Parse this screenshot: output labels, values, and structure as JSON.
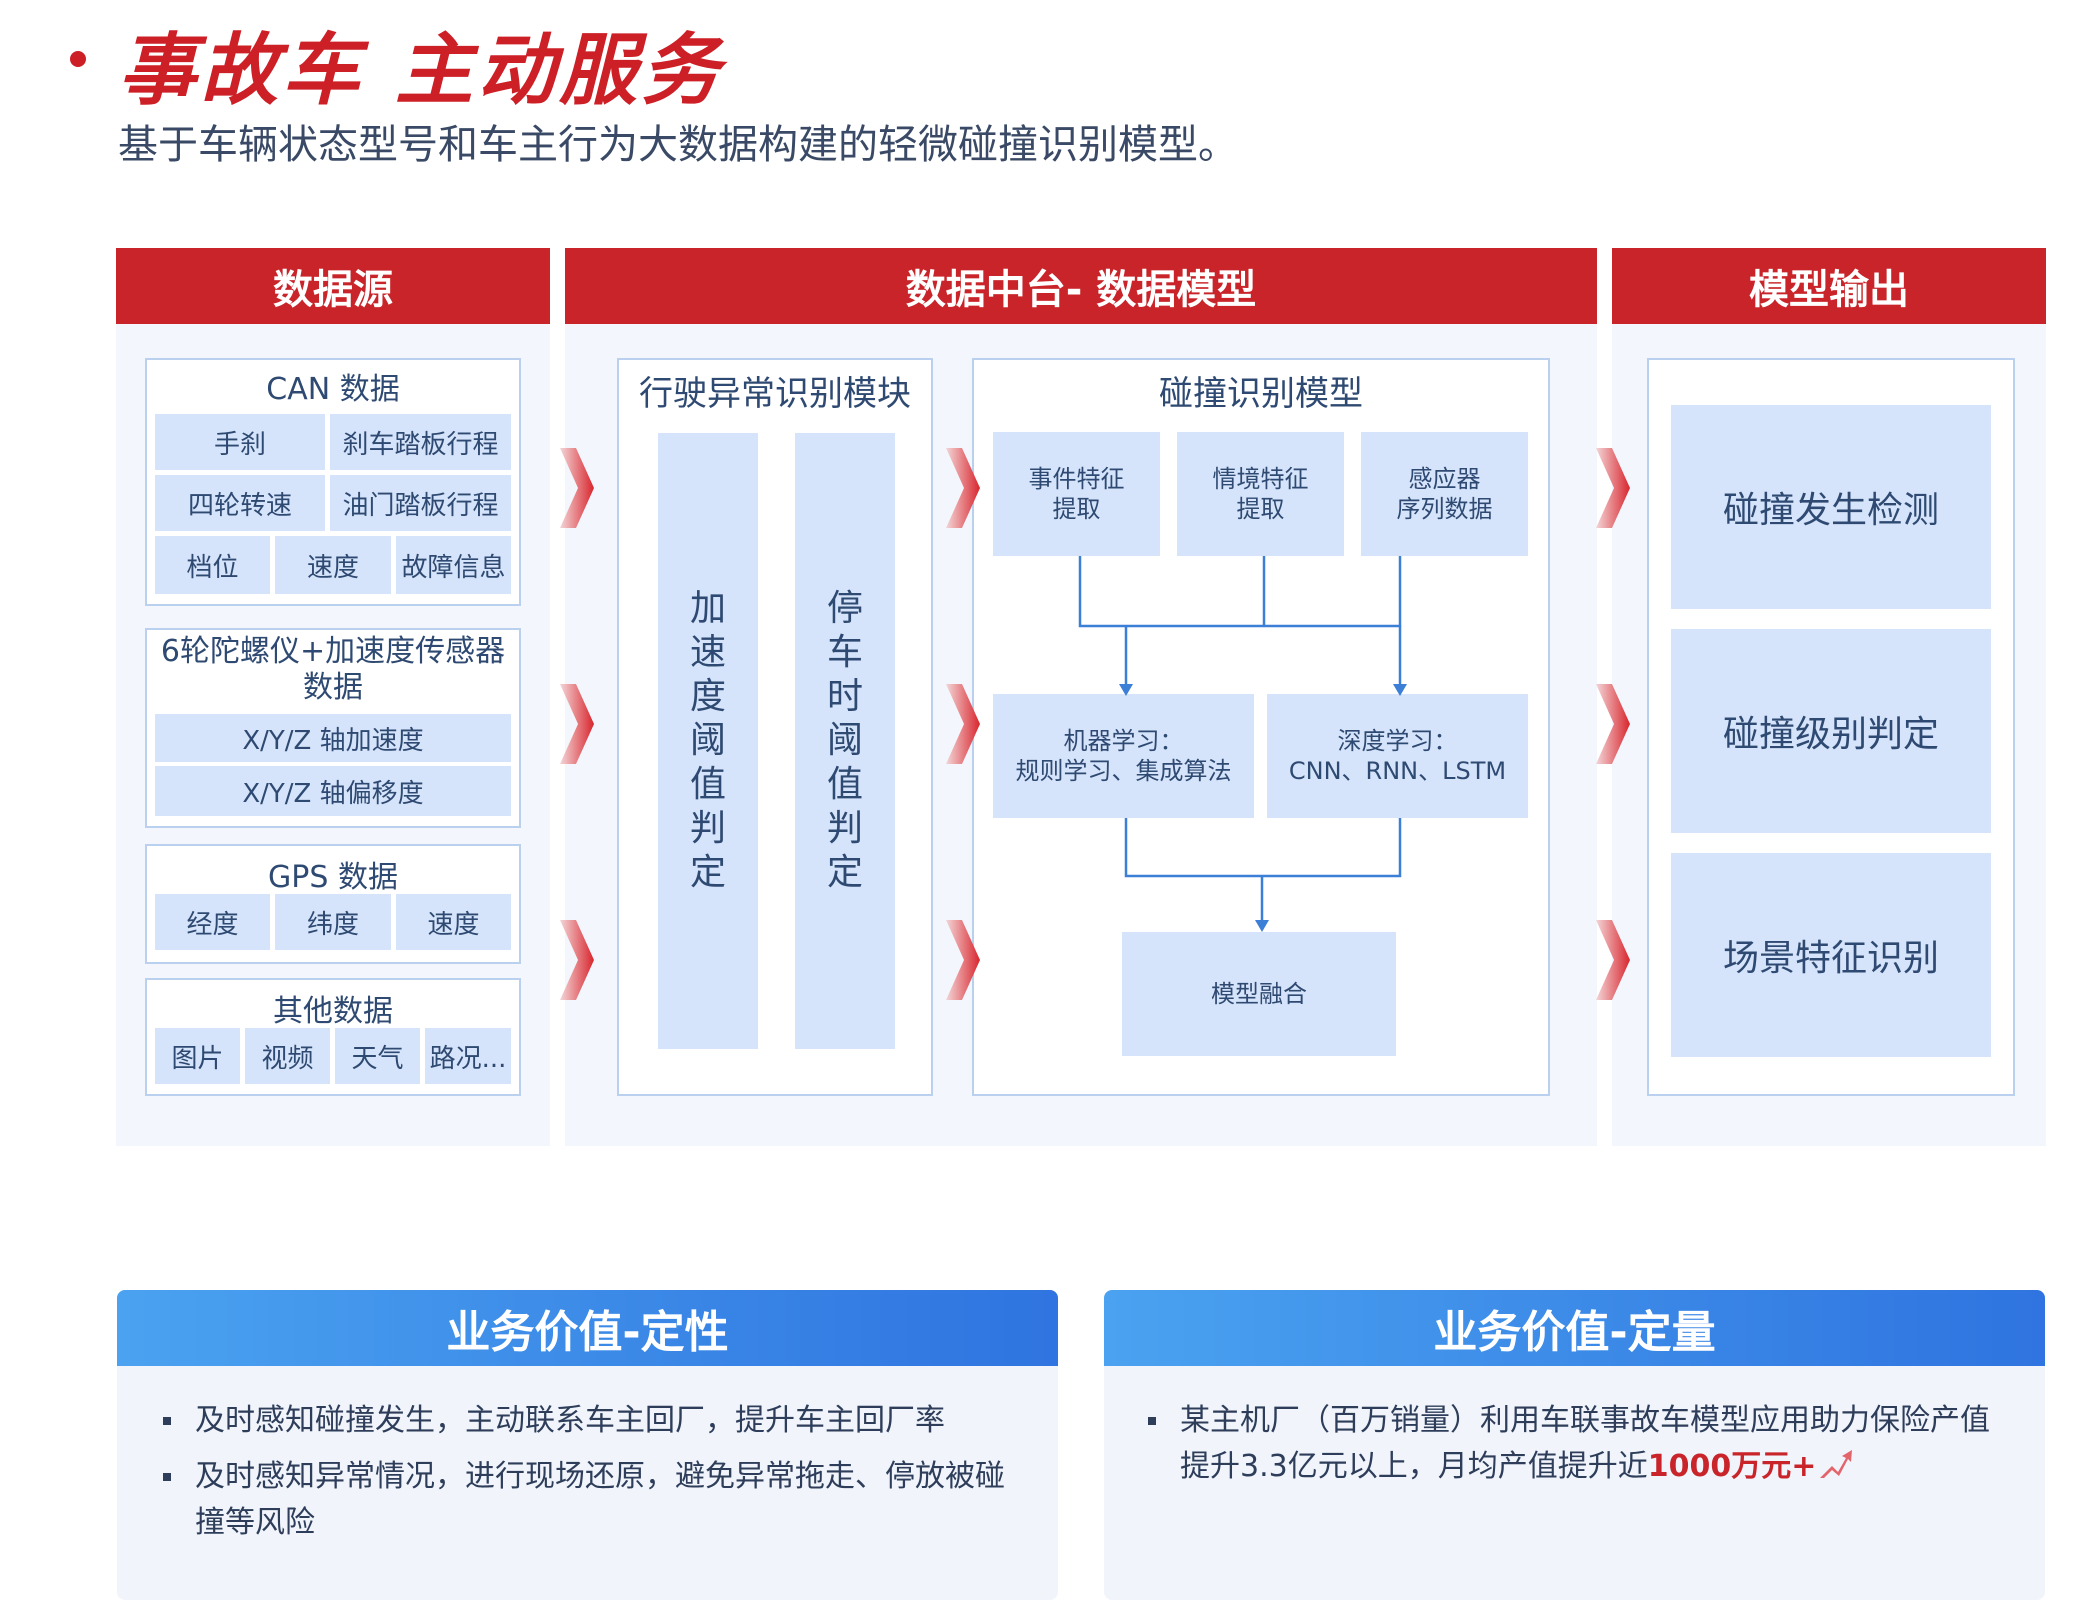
{
  "colors": {
    "title_red": "#cc1f26",
    "header_red": "#c8242a",
    "value_blue_start": "#4aa2f0",
    "value_blue_end": "#2f74e0",
    "connector_blue": "#3b7fd6",
    "highlight_red": "#c8242a"
  },
  "header": {
    "title": "事故车 主动服务",
    "subtitle": "基于车辆状态型号和车主行为大数据构建的轻微碰撞识别模型。"
  },
  "columns": {
    "sources": {
      "title": "数据源",
      "groups": [
        {
          "title": "CAN 数据",
          "rows": [
            [
              "手刹",
              "刹车踏板行程"
            ],
            [
              "四轮转速",
              "油门踏板行程"
            ],
            [
              "档位",
              "速度",
              "故障信息"
            ]
          ]
        },
        {
          "title": "6轮陀螺仪+加速度传感器数据",
          "rows": [
            [
              "X/Y/Z 轴加速度"
            ],
            [
              "X/Y/Z 轴偏移度"
            ]
          ]
        },
        {
          "title": "GPS 数据",
          "rows": [
            [
              "经度",
              "纬度",
              "速度"
            ]
          ]
        },
        {
          "title": "其他数据",
          "rows": [
            [
              "图片",
              "视频",
              "天气",
              "路况..."
            ]
          ]
        }
      ]
    },
    "platform": {
      "title": "数据中台- 数据模型",
      "anomaly": {
        "title": "行驶异常识别模块",
        "items": [
          "加速度阈值判定",
          "停车时阈值判定"
        ]
      },
      "collision": {
        "title": "碰撞识别模型",
        "features": [
          "事件特征\n提取",
          "情境特征\n提取",
          "感应器\n序列数据"
        ],
        "learning": [
          "机器学习：\n规则学习、集成算法",
          "深度学习：\nCNN、RNN、LSTM"
        ],
        "fusion": "模型融合"
      }
    },
    "output": {
      "title": "模型输出",
      "items": [
        "碰撞发生检测",
        "碰撞级别判定",
        "场景特征识别"
      ]
    }
  },
  "values": {
    "qualitative": {
      "title": "业务价值-定性",
      "items": [
        "及时感知碰撞发生，主动联系车主回厂，提升车主回厂率",
        "及时感知异常情况，进行现场还原，避免异常拖走、停放被碰撞等风险"
      ]
    },
    "quantitative": {
      "title": "业务价值-定量",
      "text": "某主机厂（百万销量）利用车联事故车模型应用助力保险产值提升3.3亿元以上，月均产值提升近",
      "highlight": "1000万元+"
    }
  }
}
